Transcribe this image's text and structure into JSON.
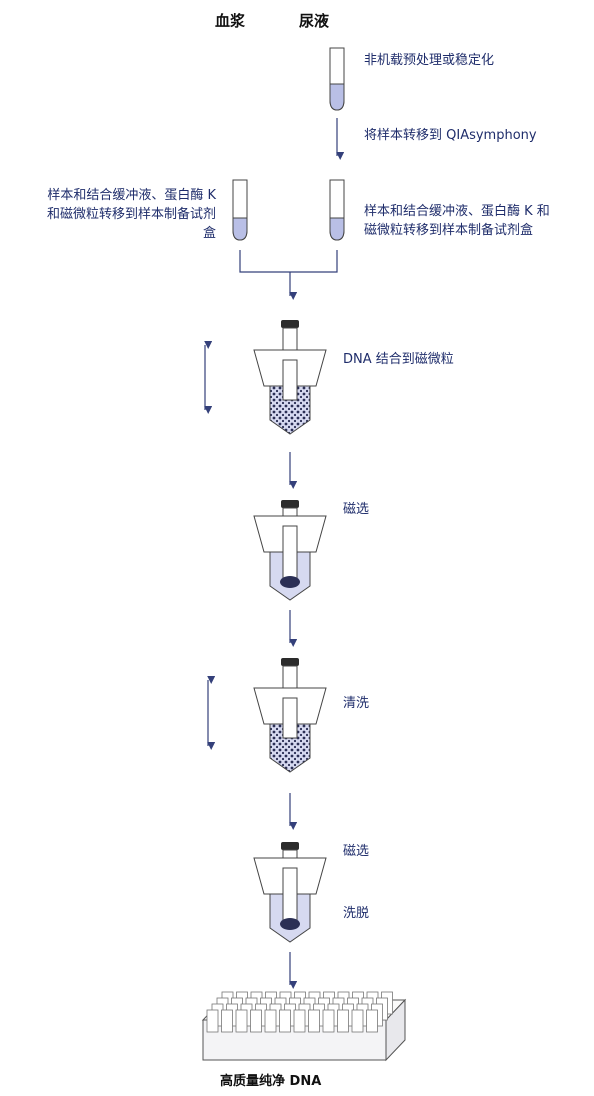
{
  "headers": {
    "left": "血浆",
    "right": "尿液"
  },
  "steps": {
    "pretreat": "非机载预处理或稳定化",
    "transfer": "将样本转移到 QIAsymphony",
    "left_load": [
      "样本和结合缓冲液、蛋白酶 K",
      "和磁微粒转移到样本制备试剂",
      "盒"
    ],
    "right_load": [
      "样本和结合缓冲液、蛋白酶 K 和",
      "磁微粒转移到样本制备试剂盒"
    ],
    "bind": "DNA 结合到磁微粒",
    "magsep1": "磁选",
    "wash": "清洗",
    "magsep2": "磁选",
    "elute": "洗脱",
    "result": "高质量纯净 DNA"
  },
  "colors": {
    "arrow": "#34407a",
    "tube_liquid": "#b9bfe6",
    "outline": "#444444",
    "cap": "#2b2b2b"
  }
}
